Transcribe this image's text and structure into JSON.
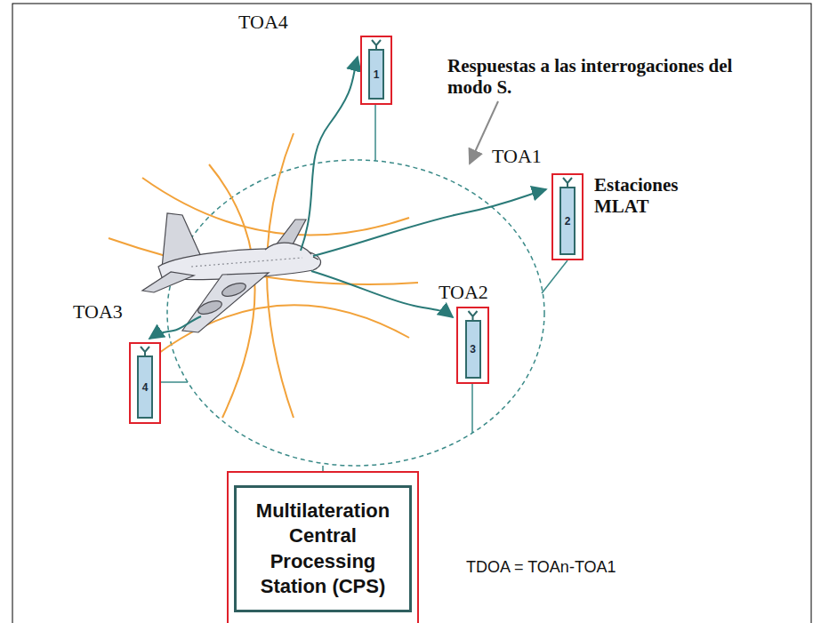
{
  "diagram": {
    "nodes": [
      {
        "text": [
          "1"
        ]
      },
      {
        "text": [
          "2"
        ]
      },
      {
        "text": [
          "3"
        ]
      },
      {
        "text": [
          "4"
        ]
      },
      {
        "text": [
          "Multilateration Central Processing Station (CPS)"
        ]
      }
    ],
    "labels": [
      "TOA4",
      "Respuestas a las interrogaciones del modo S.",
      "TOA1",
      "Estaciones MLAT",
      "TOA2",
      "TOA3",
      "TDOA = TOAn-TOA1"
    ]
  }
}
